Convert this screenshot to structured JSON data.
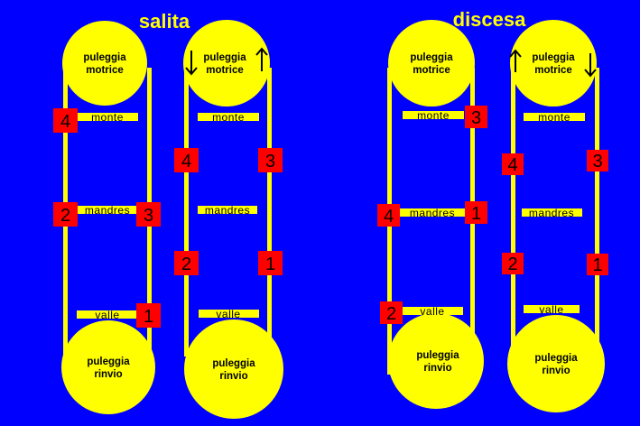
{
  "headings": {
    "salita": "salita",
    "discesa": "discesa"
  },
  "colors": {
    "background": "#0000FF",
    "pulley": "#FFFF00",
    "rope": "#FFFF00",
    "marker": "#FF0000",
    "text": "#000000"
  },
  "pulleys": {
    "drive_line1": "puleggia",
    "drive_line2": "motrice",
    "return_line1": "puleggia",
    "return_line2": "rinvio"
  },
  "labels": {
    "monte": "monte",
    "mandres": "mandres",
    "valle": "valle"
  },
  "markers": {
    "d1_monte": "4",
    "d1_mandres_left": "2",
    "d1_mandres_right": "3",
    "d1_valle": "1",
    "d2_upper_left": "4",
    "d2_upper_right": "3",
    "d2_lower_left": "2",
    "d2_lower_right": "1",
    "d3_monte": "3",
    "d3_mandres_left": "4",
    "d3_mandres_right": "1",
    "d3_valle": "2",
    "d4_upper_left": "4",
    "d4_upper_right": "3",
    "d4_lower_left": "2",
    "d4_lower_right": "1"
  },
  "icons": {
    "arrow_up": "arrow-up-icon",
    "arrow_down": "arrow-down-icon"
  }
}
